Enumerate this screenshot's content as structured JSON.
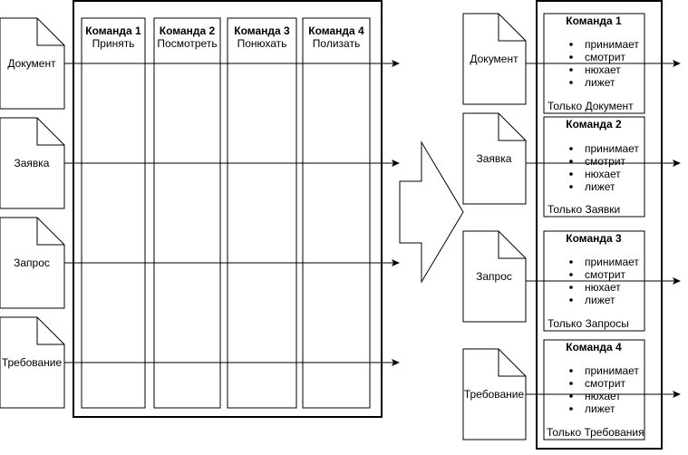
{
  "left": {
    "documents": [
      {
        "label": "Документ"
      },
      {
        "label": "Заявка"
      },
      {
        "label": "Запрос"
      },
      {
        "label": "Требование"
      }
    ],
    "teams": [
      {
        "title": "Команда 1",
        "action": "Принять"
      },
      {
        "title": "Команда 2",
        "action": "Посмотреть"
      },
      {
        "title": "Команда 3",
        "action": "Понюхать"
      },
      {
        "title": "Команда 4",
        "action": "Полизать"
      }
    ]
  },
  "right": {
    "documents": [
      {
        "label": "Документ"
      },
      {
        "label": "Заявка"
      },
      {
        "label": "Запрос"
      },
      {
        "label": "Требование"
      }
    ],
    "teams": [
      {
        "title": "Команда 1",
        "items": [
          "принимает",
          "смотрит",
          "нюхает",
          "лижет"
        ],
        "note": "Только Документ"
      },
      {
        "title": "Команда 2",
        "items": [
          "принимает",
          "смотрит",
          "нюхает",
          "лижет"
        ],
        "note": "Только Заявки"
      },
      {
        "title": "Команда 3",
        "items": [
          "принимает",
          "смотрит",
          "нюхает",
          "лижет"
        ],
        "note": "Только Запросы"
      },
      {
        "title": "Команда 4",
        "items": [
          "принимает",
          "смотрит",
          "нюхает",
          "лижет"
        ],
        "note": "Только Требования"
      }
    ]
  },
  "colors": {
    "stroke": "#000000",
    "fill": "#ffffff"
  }
}
